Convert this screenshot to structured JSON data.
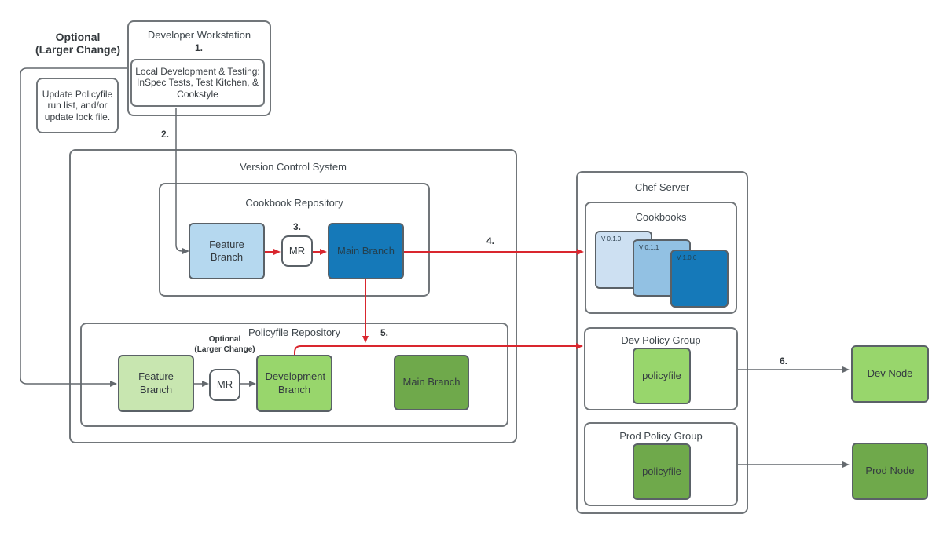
{
  "optional_note": {
    "line1": "Optional",
    "line2": "(Larger Change)"
  },
  "update_note": {
    "text": "Update Policyfile run list, and/or update lock file."
  },
  "steps": {
    "1": "1.",
    "2": "2.",
    "3": "3.",
    "4": "4.",
    "5": "5.",
    "6": "6."
  },
  "workstation": {
    "title": "Developer Workstation",
    "local_dev": "Local Development & Testing: InSpec Tests, Test Kitchen, & Cookstyle"
  },
  "vcs": {
    "title": "Version Control System",
    "cookbook_repo": {
      "title": "Cookbook Repository",
      "feature": "Feature Branch",
      "mr": "MR",
      "main": "Main Branch"
    },
    "policyfile_repo": {
      "title": "Policyfile Repository",
      "optional": {
        "line1": "Optional",
        "line2": "(Larger Change)"
      },
      "feature": "Feature Branch",
      "mr": "MR",
      "development": "Development Branch",
      "main": "Main Branch"
    }
  },
  "chef_server": {
    "title": "Chef Server",
    "cookbooks": {
      "title": "Cookbooks",
      "versions": [
        "V 0.1.0",
        "V 0.1.1",
        "V 1.0.0"
      ]
    },
    "dev_policy_group": {
      "title": "Dev Policy Group",
      "policyfile": "policyfile"
    },
    "prod_policy_group": {
      "title": "Prod Policy Group",
      "policyfile": "policyfile"
    }
  },
  "nodes": {
    "dev": "Dev Node",
    "prod": "Prod Node"
  },
  "colors": {
    "red_arrow": "#d9262e",
    "gray_arrow": "#64696e",
    "border_container": "#71767a",
    "border_node": "#5a6167",
    "blue_light": "#b5d8ef",
    "blue_pale": "#cde0f2",
    "blue_mid": "#92c1e3",
    "blue_dark": "#1579b9",
    "green_pale": "#c8e6b0",
    "green_mid": "#98d66c",
    "green_dark": "#6fa94b",
    "text": "#3b4045"
  }
}
